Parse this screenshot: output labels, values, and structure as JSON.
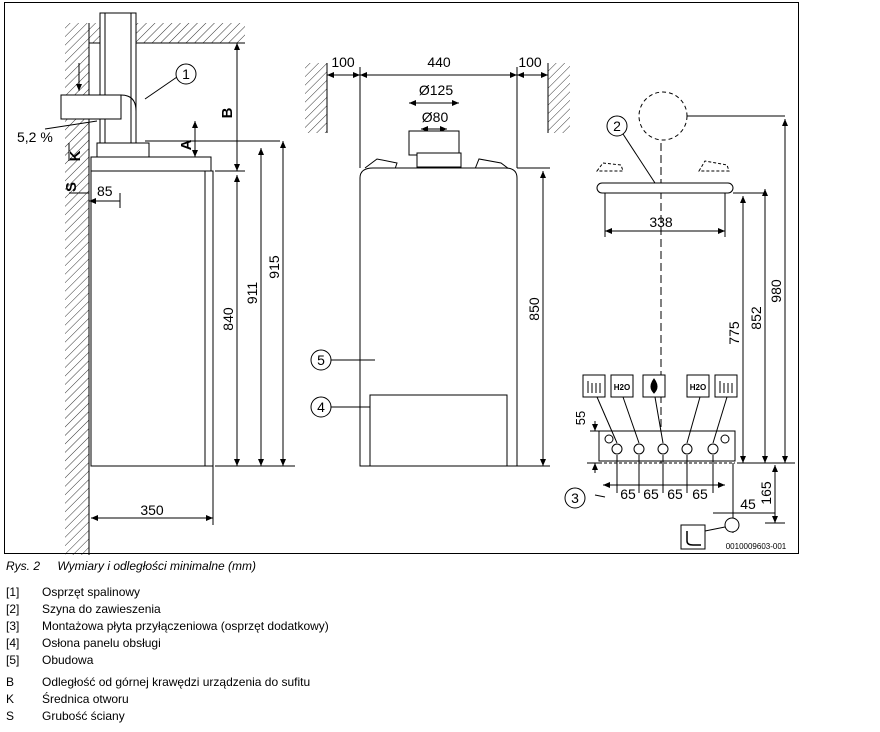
{
  "dimensions": {
    "left_wall_offset": "100",
    "unit_width": "440",
    "right_wall_offset": "100",
    "flue_d125": "Ø125",
    "flue_d80": "Ø80",
    "height_850": "850",
    "height_840": "840",
    "height_911": "911",
    "height_915": "915",
    "depth_350": "350",
    "wall_85": "85",
    "slope": "5,2 %",
    "rail_338": "338",
    "rail_775": "775",
    "rail_852": "852",
    "total_980": "980",
    "conn_55": "55",
    "spacing_65_a": "65",
    "spacing_65_b": "65",
    "spacing_65_c": "65",
    "spacing_65_d": "65",
    "offset_45": "45",
    "drop_165": "165"
  },
  "markers": {
    "m1": "1",
    "m2": "2",
    "m3": "3",
    "m4": "4",
    "m5": "5",
    "A": "A",
    "B": "B",
    "K": "K",
    "S": "S"
  },
  "connection_icons": [
    "radiator-flow-icon",
    "hot-water-icon",
    "gas-flame-icon",
    "cold-water-icon",
    "radiator-return-icon"
  ],
  "h2o_label": "H2O",
  "drawing_code": "0010009603-001",
  "caption": {
    "label": "Rys. 2",
    "text": "Wymiary i odległości minimalne (mm)"
  },
  "legend": [
    {
      "key": "[1]",
      "text": "Osprzęt spalinowy"
    },
    {
      "key": "[2]",
      "text": "Szyna do zawieszenia"
    },
    {
      "key": "[3]",
      "text": "Montażowa płyta przyłączeniowa (osprzęt dodatkowy)"
    },
    {
      "key": "[4]",
      "text": "Osłona panelu obsługi"
    },
    {
      "key": "[5]",
      "text": "Obudowa"
    },
    {
      "key": "B",
      "text": "Odległość od górnej krawędzi urządzenia do sufitu"
    },
    {
      "key": "K",
      "text": "Średnica otworu"
    },
    {
      "key": "S",
      "text": "Grubość ściany"
    }
  ]
}
